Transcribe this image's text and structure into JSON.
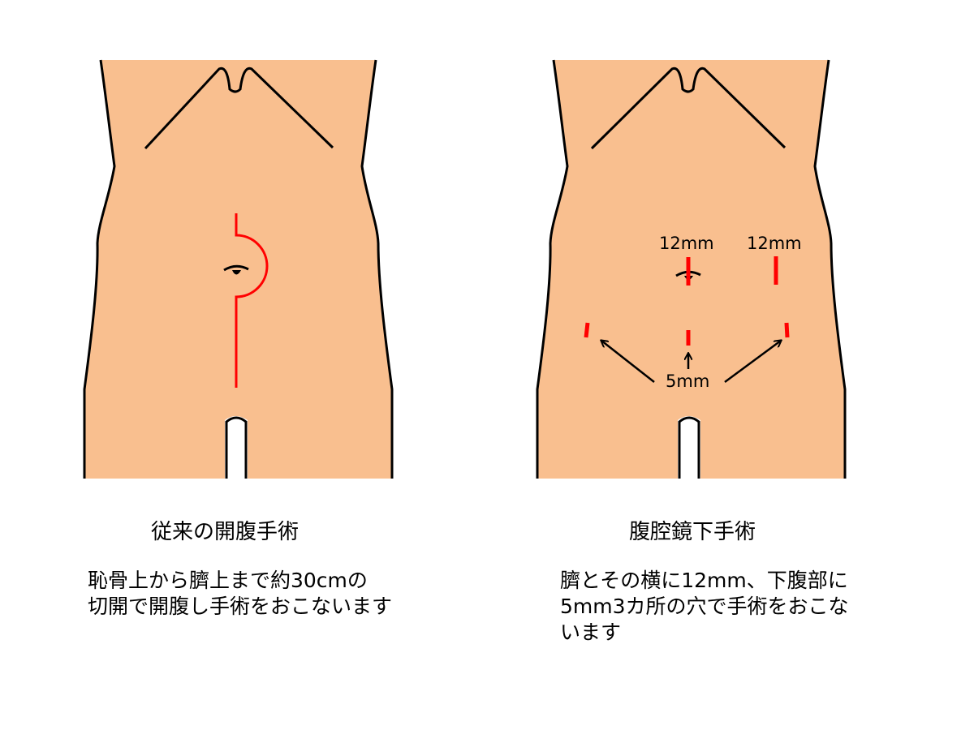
{
  "colors": {
    "skin": "#F9BF8F",
    "outline": "#000000",
    "incision": "#FF0000",
    "background": "#FFFFFF"
  },
  "left_panel": {
    "title": "従来の開腹手術",
    "description_lines": [
      "恥骨上から臍上まで約30cmの",
      "切開で開腹し手術をおこないます"
    ]
  },
  "right_panel": {
    "title": "腹腔鏡下手術",
    "port_labels": {
      "umbilical": "12mm",
      "right_side": "12mm",
      "lower": "5mm"
    },
    "description_lines": [
      "臍とその横に12mm、下腹部に",
      "5mm3カ所の穴で手術をおこな",
      "います"
    ]
  }
}
